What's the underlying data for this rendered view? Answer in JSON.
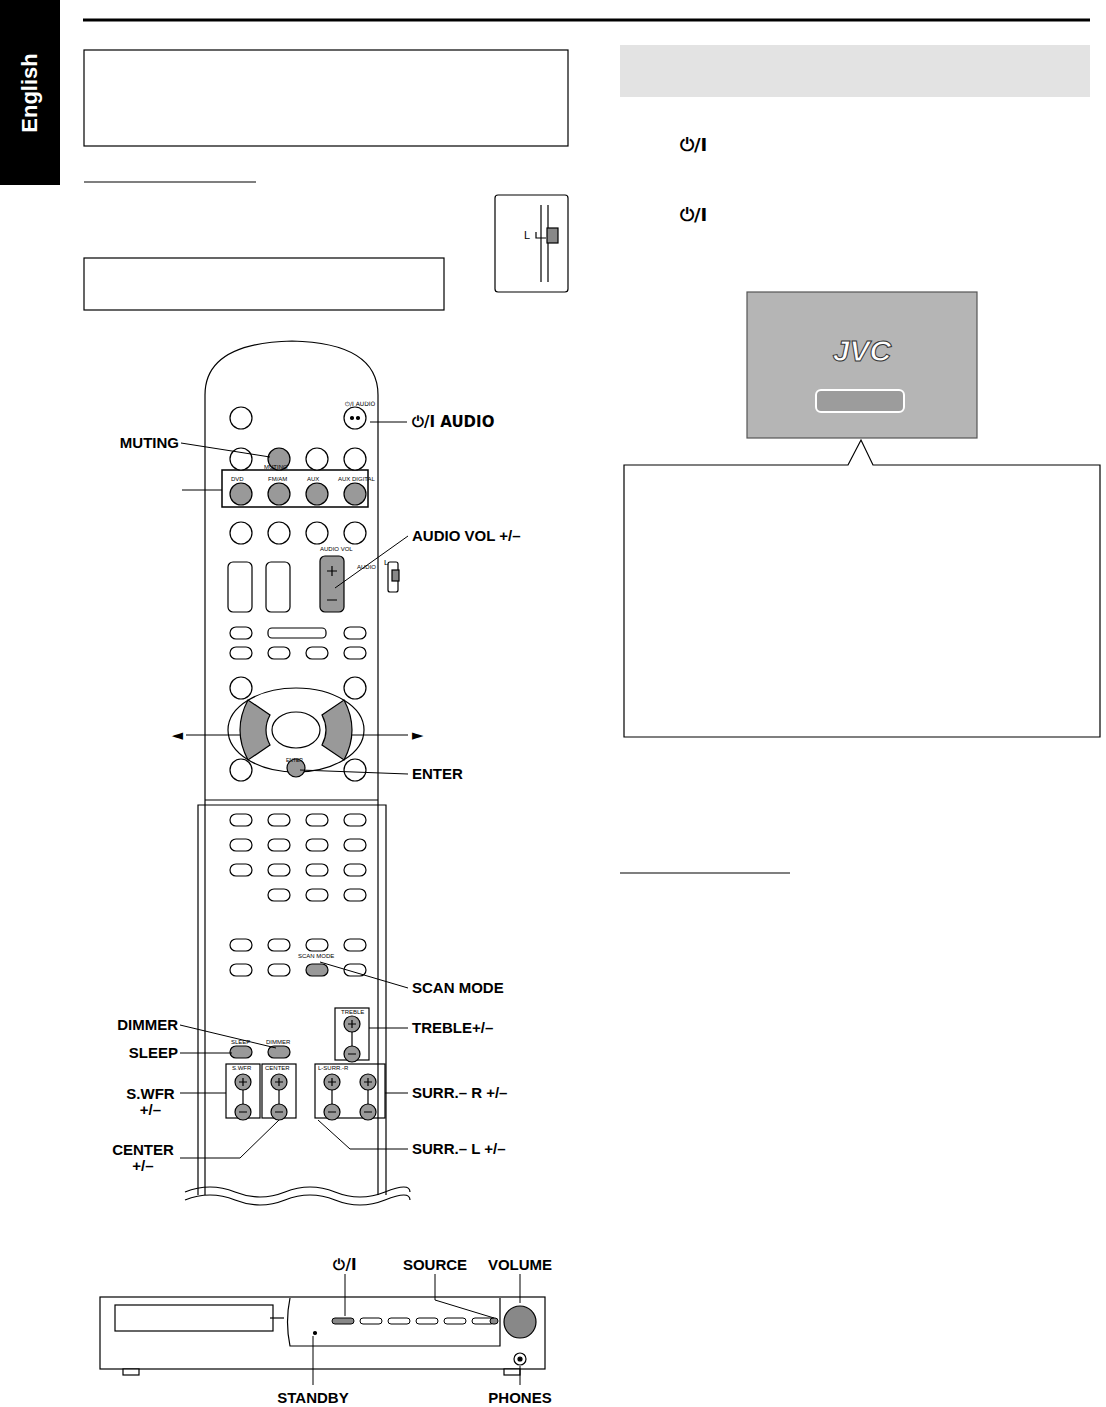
{
  "diagram": {
    "nodes": [
      {
        "text": [
          "English"
        ]
      },
      {
        "text": [
          "JVC"
        ]
      }
    ],
    "labels": [
      "⏻/I",
      "⏻/I",
      "L",
      "⏻/I AUDIO",
      "MUTING",
      "DVD",
      "FM/AM",
      "AUX",
      "AUX DIGITAL",
      "AUDIO VOL",
      "AUDIO",
      "L",
      "ENTER",
      "SCAN MODE",
      "TREBLE",
      "SLEEP",
      "DIMMER",
      "S.WFR",
      "CENTER",
      "L-SURR.-R",
      "⏻/I AUDIO",
      "MUTING",
      "AUDIO VOL +/–",
      "◄",
      "►",
      "ENTER",
      "SCAN MODE",
      "DIMMER",
      "SLEEP",
      "TREBLE+/–",
      "S.WFR +/–",
      "SURR.– R +/–",
      "CENTER +/–",
      "SURR.– L +/–",
      "⏻/I",
      "SOURCE",
      "VOLUME",
      "STANDBY",
      "PHONES"
    ]
  }
}
